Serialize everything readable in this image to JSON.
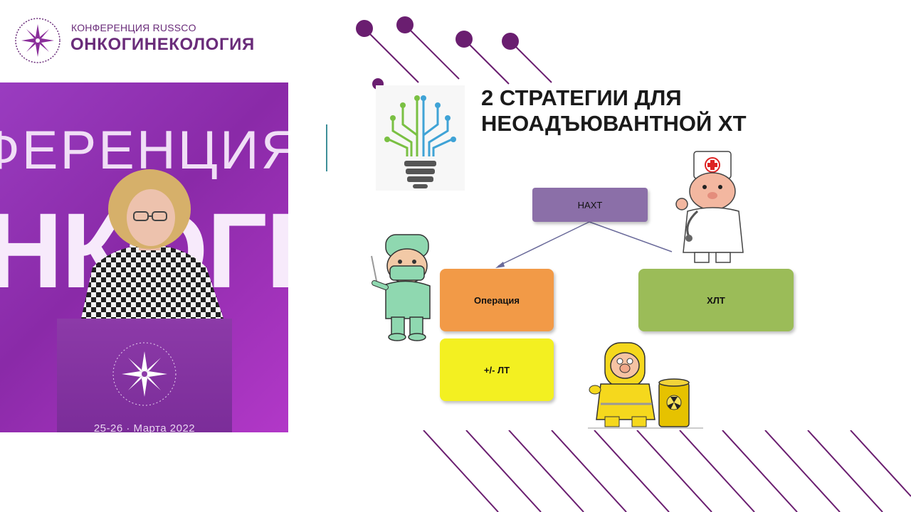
{
  "header": {
    "conference_label": "КОНФЕРЕНЦИЯ RUSSCO",
    "conference_title": "ОНКОГИНЕКОЛОГИЯ"
  },
  "video": {
    "backdrop_word_1": "ФЕРЕНЦИЯ",
    "backdrop_word_2": "НКОГІ",
    "podium_date": "25-26 · Марта 2022"
  },
  "slide": {
    "title_line1": "2 СТРАТЕГИИ ДЛЯ",
    "title_line2": "НЕОАДЪЮВАНТНОЙ ХТ",
    "boxes": {
      "nakht": "НАХТ",
      "operation": "Операция",
      "lt": "+/- ЛТ",
      "khlt": "ХЛТ"
    }
  },
  "colors": {
    "brand_purple": "#6a2c7a",
    "nakht": "#8b6fa8",
    "operation": "#f29a47",
    "lt": "#f3f021",
    "khlt": "#9bbc58"
  },
  "icons": [
    "russco-logo-icon",
    "lightbulb-circuit-icon",
    "surgeon-illustration",
    "doctor-illustration",
    "hazmat-illustration"
  ]
}
